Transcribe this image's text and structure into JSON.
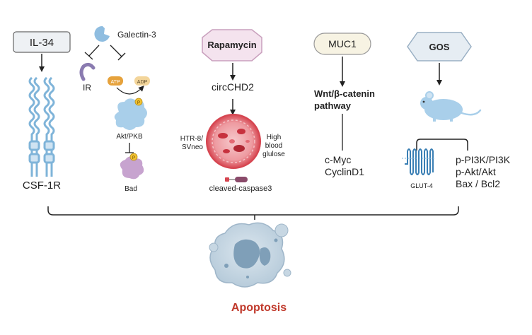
{
  "colors": {
    "receptor_blue": "#9ec9e6",
    "receptor_stroke": "#6da8d2",
    "purple": "#8a7bb0",
    "bad_purple": "#c7a3cf",
    "atp_orange": "#e6a23c",
    "adp_beige": "#f3d59a",
    "phospho_yellow": "#f2c230",
    "cell_red": "#d64550",
    "apoptosis_red": "#c0392b",
    "apoptosis_cell": "#9fb6c9",
    "box_fill": "#eef1f4",
    "octagon_fill": "#f4e3ee",
    "muc1_fill": "#f7f3e3",
    "gos_fill": "#e6edf3",
    "line": "#222222"
  },
  "labels": {
    "il34": "IL-34",
    "csf1r": "CSF-1R",
    "galectin3": "Galectin-3",
    "ir": "IR",
    "atp": "ATP",
    "adp": "ADP",
    "akt": "Akt/PKB",
    "bad": "Bad",
    "phospho": "P",
    "rapamycin": "Rapamycin",
    "circchd2": "circCHD2",
    "htr_line1": "HTR-8/",
    "htr_line2": "SVneo",
    "glucose_line1": "High",
    "glucose_line2": "blood",
    "glucose_line3": "glulose",
    "caspase": "cleaved-caspase3",
    "muc1": "MUC1",
    "wnt_line1": "Wnt/β-catenin",
    "wnt_line2": "pathway",
    "cmyc": "c-Myc",
    "cyclind1": "CyclinD1",
    "gos": "GOS",
    "glut4": "GLUT-4",
    "pi3k": "p-PI3K/PI3K",
    "pakt": "p-Akt/Akt",
    "bax": "Bax / Bcl2",
    "apoptosis": "Apoptosis"
  }
}
